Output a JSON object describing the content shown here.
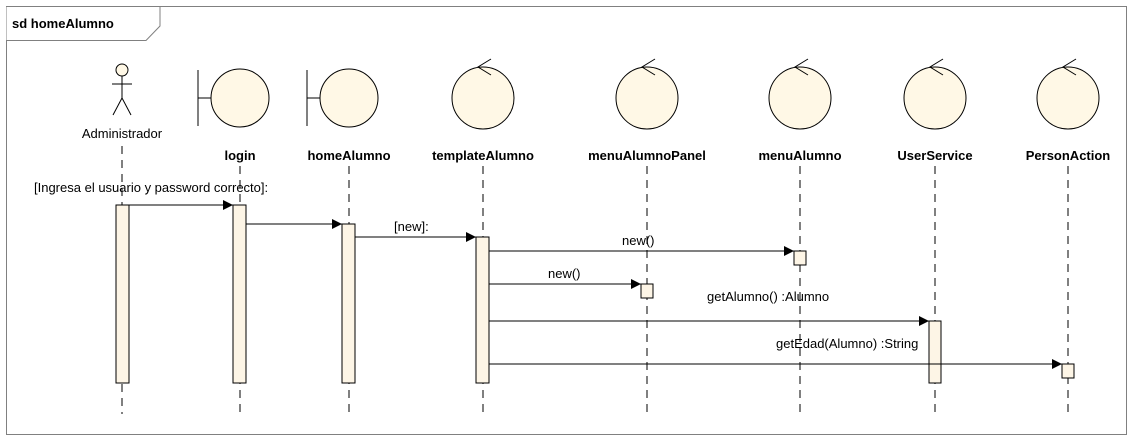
{
  "frame": {
    "title": "sd homeAlumno"
  },
  "actors": [
    {
      "key": "administrador",
      "kind": "actor",
      "label": "Administrador"
    },
    {
      "key": "login",
      "kind": "boundary",
      "label": "login"
    },
    {
      "key": "home-alumno",
      "kind": "boundary",
      "label": "homeAlumno"
    },
    {
      "key": "template-alumno",
      "kind": "control",
      "label": "templateAlumno"
    },
    {
      "key": "menu-alumno-panel",
      "kind": "control",
      "label": "menuAlumnoPanel"
    },
    {
      "key": "menu-alumno",
      "kind": "control",
      "label": "menuAlumno"
    },
    {
      "key": "user-service",
      "kind": "control",
      "label": "UserService"
    },
    {
      "key": "person-action",
      "kind": "control",
      "label": "PersonAction"
    }
  ],
  "messages": [
    {
      "from": "administrador",
      "to": "login",
      "label": "[Ingresa el usuario y password correcto]:"
    },
    {
      "from": "login",
      "to": "home-alumno",
      "label": ""
    },
    {
      "from": "home-alumno",
      "to": "template-alumno",
      "label": "[new]:"
    },
    {
      "from": "template-alumno",
      "to": "menu-alumno",
      "label": "new()"
    },
    {
      "from": "template-alumno",
      "to": "menu-alumno-panel",
      "label": "new()"
    },
    {
      "from": "template-alumno",
      "to": "user-service",
      "label": "getAlumno() :Alumno"
    },
    {
      "from": "template-alumno",
      "to": "person-action",
      "label": "getEdad(Alumno) :String"
    }
  ],
  "colors": {
    "line": "#000000",
    "frame_border": "#808080",
    "activation_fill": "#fdf5e6",
    "shape_fill": "#fff8e6"
  }
}
